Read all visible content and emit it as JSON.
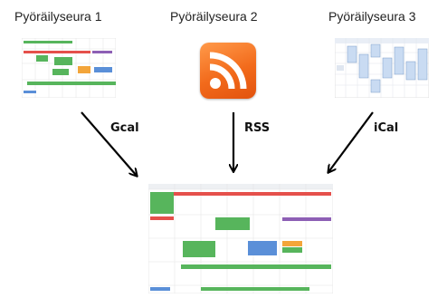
{
  "sources": [
    {
      "name": "Pyöräilyseura 1",
      "feed": "Gcal",
      "icon": "calendar-month-icon"
    },
    {
      "name": "Pyöräilyseura 2",
      "feed": "RSS",
      "icon": "rss-feed-icon"
    },
    {
      "name": "Pyöräilyseura 3",
      "feed": "iCal",
      "icon": "calendar-week-icon"
    }
  ],
  "colors": {
    "rss": "#f26a1b",
    "event_green": "#57b55c",
    "event_red": "#e5504b",
    "event_orange": "#f3a53a",
    "event_purple": "#8d5fb5",
    "event_blue": "#5a8fd8",
    "week_blue": "#c9dbf2"
  }
}
